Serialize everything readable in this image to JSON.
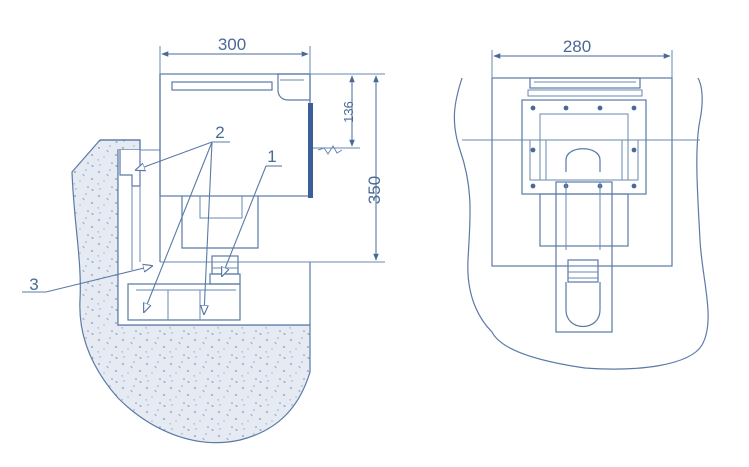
{
  "dimensions": {
    "left_width": "300",
    "right_width": "280",
    "height_total": "350",
    "height_upper": "136"
  },
  "callouts": {
    "one": "1",
    "two": "2",
    "three": "3"
  },
  "colors": {
    "line": "#5a7aa6",
    "text": "#4a6a96",
    "concrete": "#dde3ee",
    "panel": "#3c5f9a"
  }
}
